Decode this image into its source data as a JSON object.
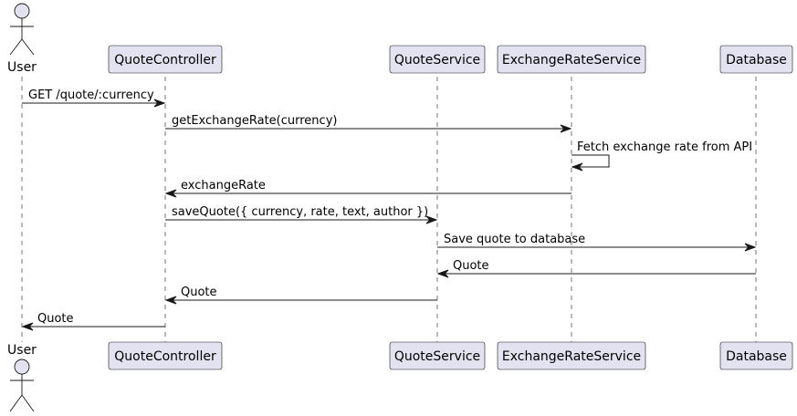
{
  "participants": [
    {
      "id": "user",
      "label": "User",
      "kind": "actor"
    },
    {
      "id": "quote_controller",
      "label": "QuoteController",
      "kind": "participant"
    },
    {
      "id": "quote_service",
      "label": "QuoteService",
      "kind": "participant"
    },
    {
      "id": "exchange_rate_service",
      "label": "ExchangeRateService",
      "kind": "participant"
    },
    {
      "id": "database",
      "label": "Database",
      "kind": "participant"
    }
  ],
  "messages": [
    {
      "from": "user",
      "to": "quote_controller",
      "label": "GET /quote/:currency"
    },
    {
      "from": "quote_controller",
      "to": "exchange_rate_service",
      "label": "getExchangeRate(currency)"
    },
    {
      "from": "exchange_rate_service",
      "to": "exchange_rate_service",
      "label": "Fetch exchange rate from API"
    },
    {
      "from": "exchange_rate_service",
      "to": "quote_controller",
      "label": "exchangeRate"
    },
    {
      "from": "quote_controller",
      "to": "quote_service",
      "label": "saveQuote({ currency, rate, text, author })"
    },
    {
      "from": "quote_service",
      "to": "database",
      "label": "Save quote to database"
    },
    {
      "from": "database",
      "to": "quote_service",
      "label": "Quote"
    },
    {
      "from": "quote_service",
      "to": "quote_controller",
      "label": "Quote"
    },
    {
      "from": "quote_controller",
      "to": "user",
      "label": "Quote"
    }
  ],
  "colors": {
    "participant_fill": "#E2E2F0",
    "line": "#181818"
  }
}
